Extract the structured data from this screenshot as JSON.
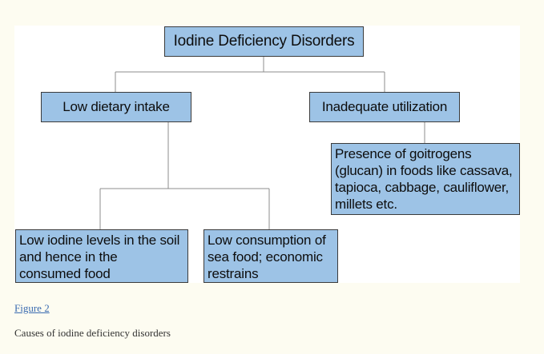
{
  "diagram": {
    "root": "Iodine Deficiency Disorders",
    "branches": [
      {
        "label": "Low dietary intake",
        "children": [
          [
            "Low iodine levels in the soil",
            "and hence in the",
            "consumed food"
          ],
          [
            "Low consumption of",
            "sea food; economic",
            "restrains"
          ]
        ]
      },
      {
        "label": "Inadequate utilization",
        "children": [
          [
            "Presence of goitrogens",
            "(glucan) in foods like cassava,",
            "tapioca, cabbage, cauliflower,",
            "millets etc."
          ]
        ]
      }
    ]
  },
  "figure": {
    "link_label": "Figure 2",
    "caption": "Causes of iodine deficiency disorders"
  },
  "colors": {
    "node_fill": "#9dc3e6",
    "connector": "#8c8c8c",
    "page_background": "#fdfcf1",
    "link": "#3a6bb0"
  }
}
